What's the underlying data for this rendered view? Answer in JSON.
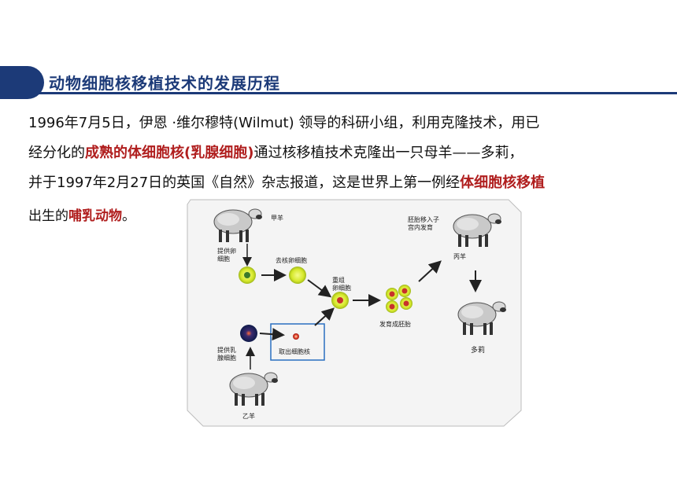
{
  "header": {
    "title": "动物细胞核移植技术的发展历程"
  },
  "paragraph": {
    "line1": "1996年7月5日，伊恩 ·维尔穆特(Wilmut)  领导的科研小组，利用克隆技术，用已",
    "line2_pre": "经分化的",
    "line2_hl": "成熟的体细胞核(乳腺细胞)",
    "line2_post": "通过核移植技术克隆出一只母羊——多莉，",
    "line3_pre": "并于1997年2月27日的英国《自然》杂志报道，这是世界上第一例经",
    "line3_hl": "体细胞核移植",
    "line4_pre": "出生的",
    "line4_hl": "哺乳动物",
    "line4_post": "。"
  },
  "figure": {
    "sheep_a": "甲羊",
    "provide_egg_l1": "提供卵",
    "provide_egg_l2": "细胞",
    "enucleated_egg": "去核卵细胞",
    "recon_l1": "重组",
    "recon_l2": "卵细胞",
    "embryo": "发育成胚胎",
    "implant_l1": "胚胎移入子",
    "implant_l2": "宫内发育",
    "sheep_c": "丙羊",
    "dolly": "多莉",
    "extract_nucleus": "取出细胞核",
    "provide_mammary_l1": "提供乳",
    "provide_mammary_l2": "腺细胞",
    "sheep_b": "乙羊"
  },
  "colors": {
    "title_blue": "#1c3a78",
    "highlight_red": "#b01e1e",
    "egg_yellow": "#d6e82a",
    "nucleus_red": "#c8322a"
  }
}
